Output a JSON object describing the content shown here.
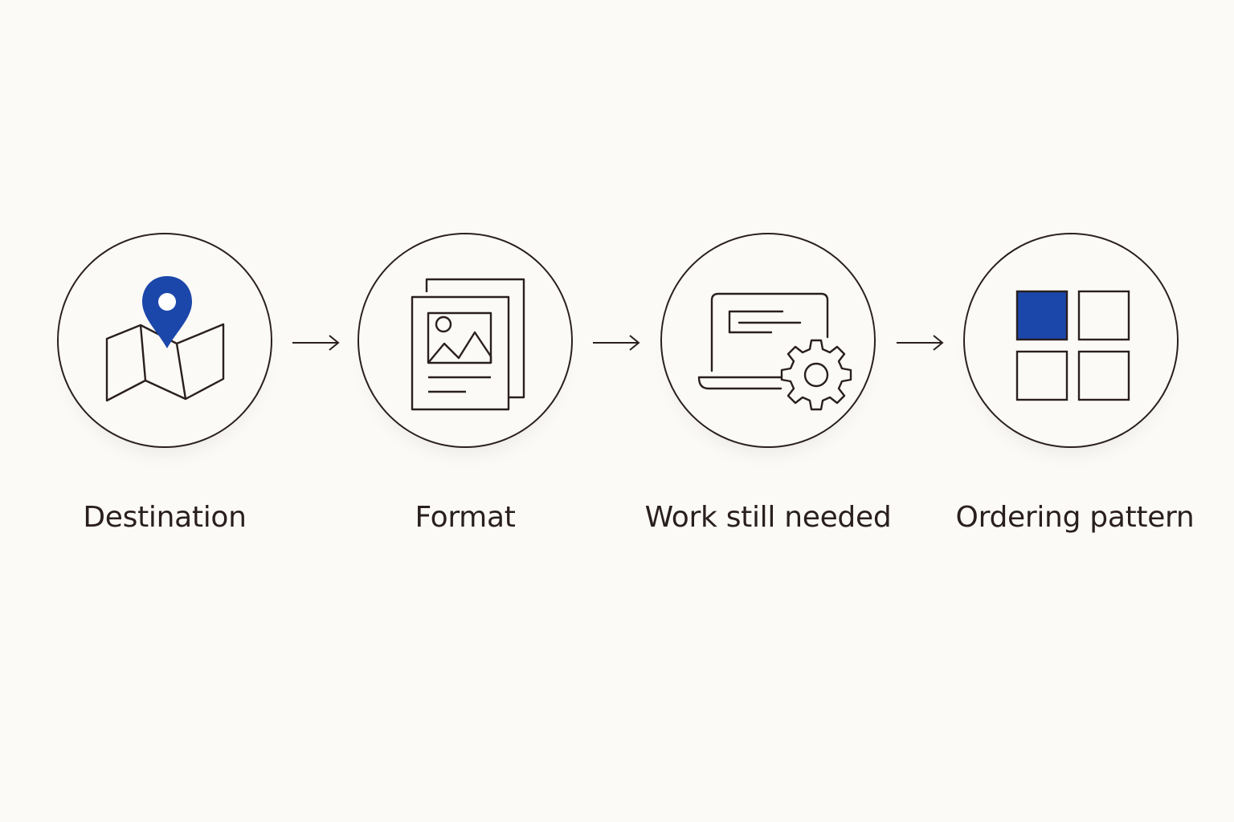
{
  "colors": {
    "background": "#fbfaf7",
    "stroke": "#2a1f1f",
    "accent": "#1c47aa"
  },
  "steps": [
    {
      "label": "Destination",
      "icon": "map-pin-icon"
    },
    {
      "label": "Format",
      "icon": "document-image-icon"
    },
    {
      "label": "Work still needed",
      "icon": "laptop-gear-icon"
    },
    {
      "label": "Ordering pattern",
      "icon": "grid-squares-icon"
    }
  ],
  "connectors": [
    "arrow-right-icon",
    "arrow-right-icon",
    "arrow-right-icon"
  ]
}
